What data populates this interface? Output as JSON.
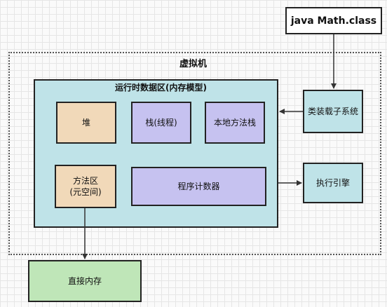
{
  "diagram": {
    "class_file": "java Math.class",
    "jvm": "虚拟机",
    "runtime_area": "运行时数据区(内存模型)",
    "heap": "堆",
    "stack": "栈(线程)",
    "native_stack": "本地方法栈",
    "method_area_line1": "方法区",
    "method_area_line2": "(元空间)",
    "pc_register": "程序计数器",
    "class_loader": "类装载子系统",
    "execution_engine": "执行引擎",
    "direct_memory": "直接内存"
  },
  "colors": {
    "runtime_area_fill": "#bfe3e8",
    "heap_fill": "#f1d9b9",
    "stack_fill": "#c6c2f0",
    "native_stack_fill": "#c6c2f0",
    "method_area_fill": "#f1d9b9",
    "pc_register_fill": "#c6c2f0",
    "class_loader_fill": "#bfe3e8",
    "execution_engine_fill": "#bfe3e8",
    "direct_memory_fill": "#bfe6b8",
    "class_file_fill": "#ffffff"
  }
}
